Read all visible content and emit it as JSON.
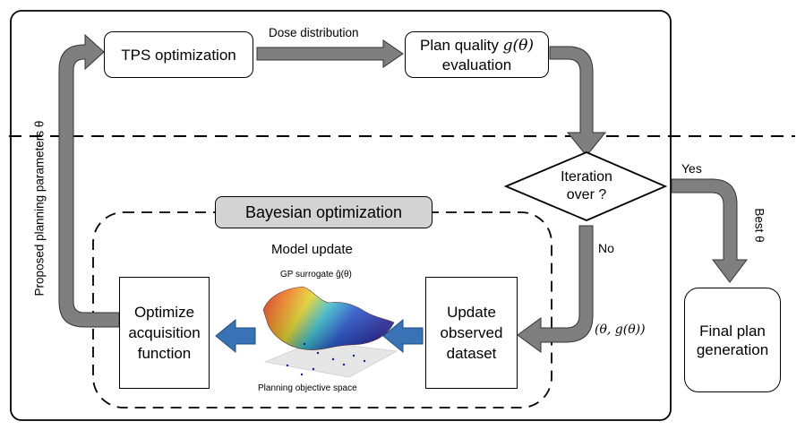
{
  "boxes": {
    "tps": "TPS optimization",
    "quality_line1": "Plan quality",
    "quality_math": "g(θ)",
    "quality_line2": "evaluation",
    "decision_line1": "Iteration",
    "decision_line2": "over ?",
    "final_line1": "Final plan",
    "final_line2": "generation",
    "update_line1": "Update",
    "update_line2": "observed",
    "update_line3": "dataset",
    "optimize_line1": "Optimize",
    "optimize_line2": "acquisition",
    "optimize_line3": "function"
  },
  "labels": {
    "dose": "Dose distribution",
    "yes": "Yes",
    "best": "Best θ",
    "no": "No",
    "pair": "(θ, g(θ))",
    "proposed": "Proposed planning parameters θ",
    "bayes": "Bayesian optimization",
    "model_update": "Model update",
    "gp": "GP surrogate ĝ(θ)",
    "space": "Planning objective space"
  },
  "colors": {
    "arrow_gray": "#7f7f7f",
    "arrow_blue": "#3a73b5",
    "bayes_fill": "#d3d3d3"
  }
}
